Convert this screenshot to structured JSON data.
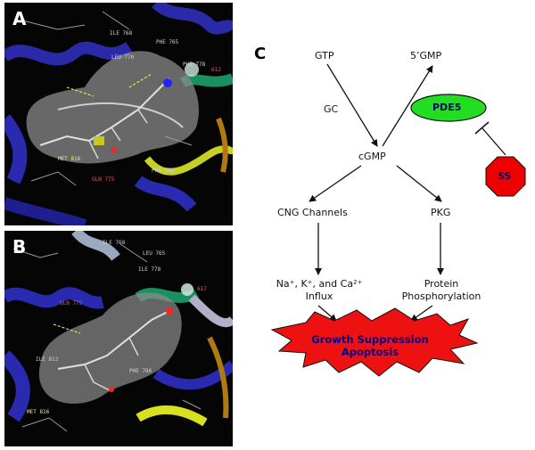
{
  "panels": {
    "a": {
      "letter": "A",
      "residues": [
        "ILE 768",
        "PHE 765",
        "LEU 770",
        "612",
        "PHE 778",
        "MET 816",
        "GLN 775",
        "PHE 786"
      ]
    },
    "b": {
      "letter": "B",
      "residues": [
        "ILE 768",
        "LEU 765",
        "ILE 778",
        "GLN 775",
        "PHE 786",
        "MET 816",
        "ILE 813",
        "617"
      ]
    }
  },
  "diagram": {
    "letter": "C",
    "nodes": {
      "gtp": "GTP",
      "gmp5": "5’GMP",
      "gc": "GC",
      "pde5": "PDE5",
      "cgmp": "cGMP",
      "ss": "SS",
      "cng": "CNG Channels",
      "pkg": "PKG",
      "influx_line1": "Na⁺, K⁺, and Ca²⁺",
      "influx_line2": "Influx",
      "protein_line1": "Protein",
      "protein_line2": "Phosphorylation",
      "growth_line1": "Growth Suppression",
      "growth_line2": "Apoptosis"
    },
    "colors": {
      "pde5_fill": "#22dd22",
      "ss_fill": "#ee0000",
      "burst_fill": "#ee1111",
      "burst_text": "#00008b"
    }
  }
}
